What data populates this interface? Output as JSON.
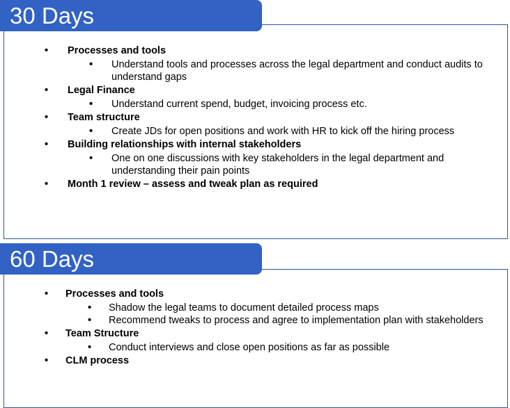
{
  "sections": [
    {
      "title": "30 Days",
      "items": [
        {
          "heading": "Processes and tools",
          "subs": [
            "Understand tools and processes across the legal department and conduct audits to understand gaps"
          ]
        },
        {
          "heading": "Legal Finance",
          "subs": [
            "Understand current spend, budget, invoicing process etc."
          ]
        },
        {
          "heading": "Team structure",
          "subs": [
            "Create JDs for open positions and work with HR to kick off the hiring process"
          ]
        },
        {
          "heading": "Building relationships with internal stakeholders",
          "subs": [
            "One on one discussions with key stakeholders in the legal department and understanding their pain points"
          ]
        },
        {
          "heading": "Month 1 review – assess and tweak plan as required",
          "subs": []
        }
      ]
    },
    {
      "title": "60 Days",
      "items": [
        {
          "heading": "Processes and tools",
          "subs": [
            "Shadow the legal teams to document detailed process maps",
            "Recommend tweaks to process and agree to implementation plan with stakeholders"
          ]
        },
        {
          "heading": "Team Structure",
          "subs": [
            "Conduct interviews and close open positions as far as possible"
          ]
        },
        {
          "heading": "CLM process",
          "subs": []
        }
      ]
    }
  ],
  "colors": {
    "tab": "#3162C4",
    "border": "#2F5597",
    "tab_text": "#ffffff"
  }
}
